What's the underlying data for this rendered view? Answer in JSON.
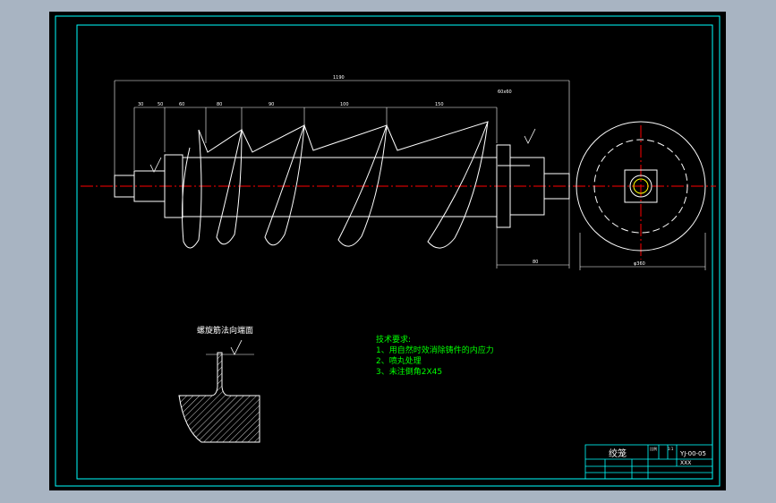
{
  "colors": {
    "background": "#000000",
    "frame": "#00ffff",
    "geometry": "#ffffff",
    "centerline": "#ff0000",
    "notes": "#00ff00",
    "title_text": "#ffff00",
    "app_bg": "#a8b4c2"
  },
  "section_title": "螺旋筋法向端面",
  "tech_requirements": {
    "heading": "技术要求:",
    "items": [
      "1、用自然时效消除铸件的内应力",
      "2、喷丸处理",
      "3、未注倒角2X45"
    ]
  },
  "title_block": {
    "name": "绞笼",
    "drawing_no": "YJ-00-05",
    "org": "XXX",
    "scale_label": "比例",
    "scale": "1:1"
  },
  "dimensions": {
    "overall": "1190",
    "segments": [
      "30",
      "50",
      "60",
      "80",
      "90",
      "100",
      "150"
    ],
    "right_end": "80",
    "disc_dia": "φ360",
    "pitch_note": "60x60"
  },
  "icons": [
    "roughness-symbol-icon"
  ]
}
